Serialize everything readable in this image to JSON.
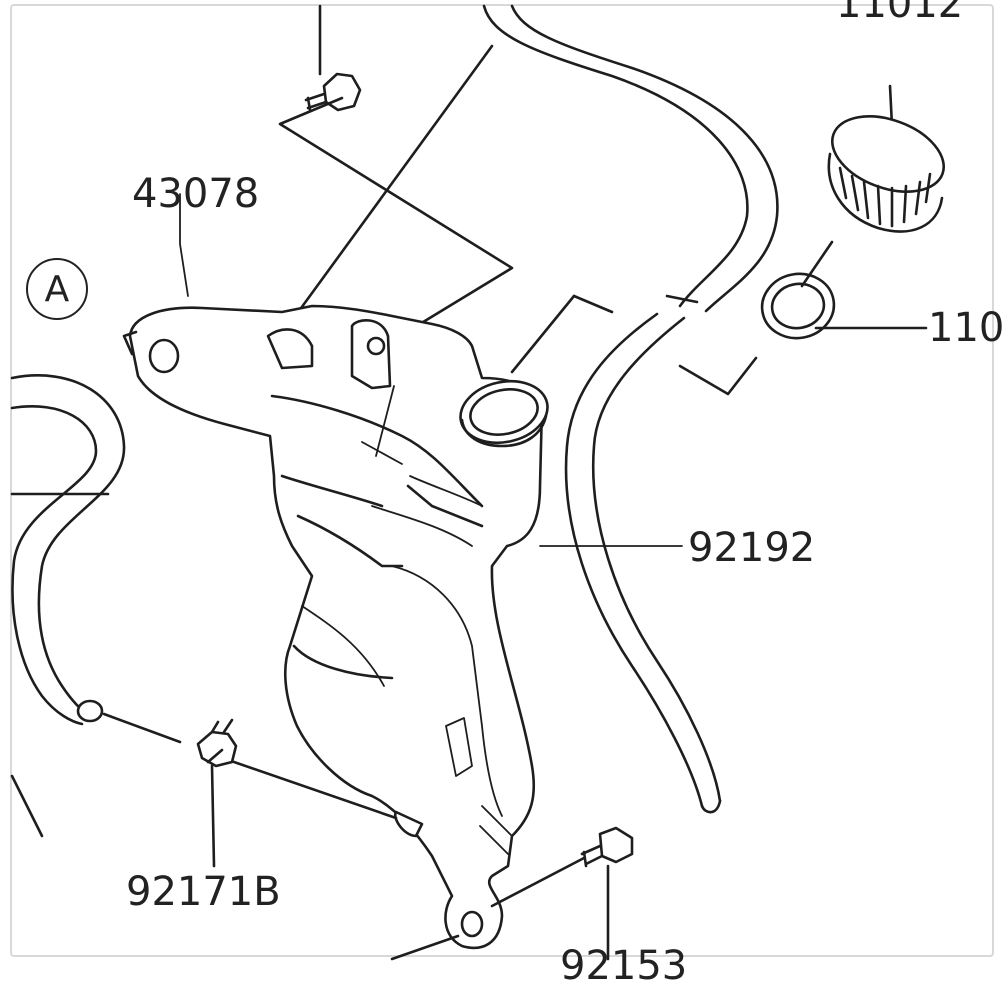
{
  "diagram": {
    "callout": "A",
    "labels": {
      "cap_top": "11012",
      "cap_seal": "110",
      "tank": "43078",
      "hose": "92192",
      "clip": "92171B",
      "bolt_bottom": "92153"
    }
  }
}
